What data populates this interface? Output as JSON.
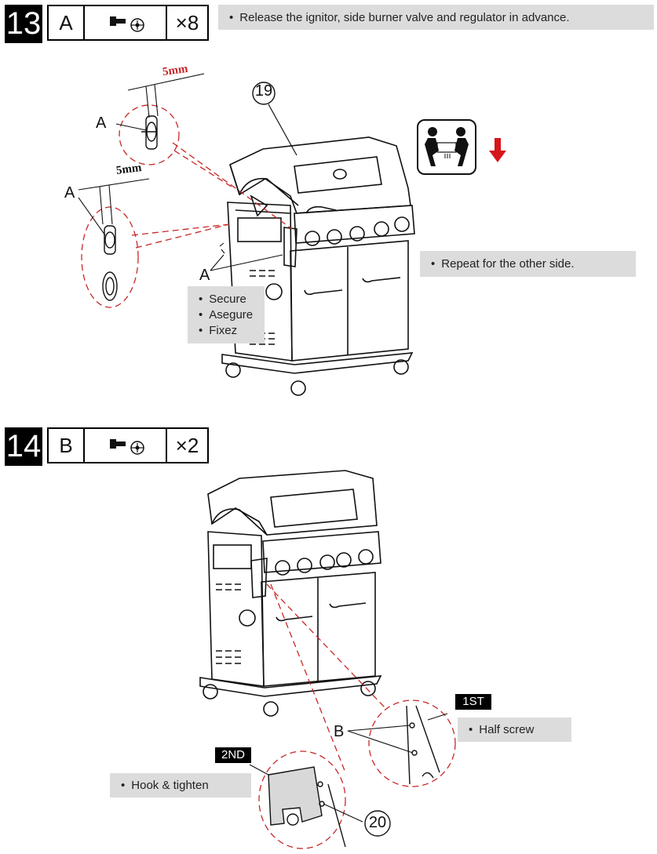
{
  "step13": {
    "number": "13",
    "part_letter": "A",
    "screw_icon": "screw-with-washer-icon",
    "quantity": "×8",
    "note": "Release the ignitor, side burner valve and regulator in advance.",
    "callout_part": "19",
    "dim_top": "5mm",
    "dim_left": "5mm",
    "label_a": "A",
    "repeat_note": "Repeat for the other side.",
    "secure": [
      "Secure",
      "Asegure",
      "Fixez"
    ],
    "lift_icon": "two-person-lift-icon",
    "arrow_icon": "down-arrow-icon"
  },
  "step14": {
    "number": "14",
    "part_letter": "B",
    "quantity": "×2",
    "label_b": "B",
    "first_tag": "1ST",
    "first_note": "Half screw",
    "second_tag": "2ND",
    "second_note": "Hook & tighten",
    "callout_part": "20"
  },
  "colors": {
    "accent_red": "#d6161b",
    "note_bg": "#dcdcdc"
  }
}
